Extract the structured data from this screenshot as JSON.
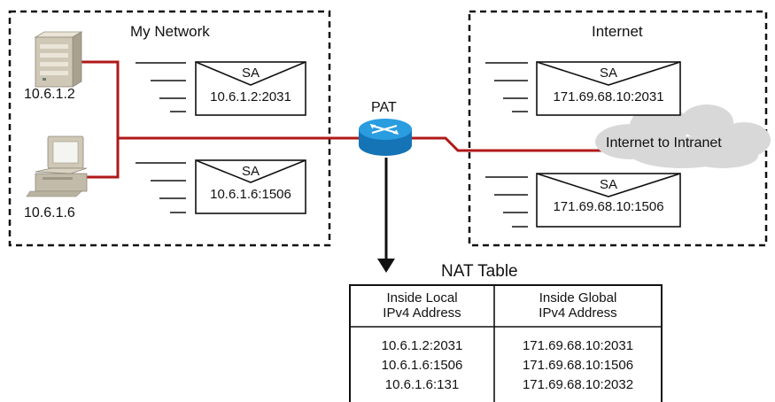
{
  "zones": {
    "my_network": "My Network",
    "internet": "Internet"
  },
  "hosts": [
    {
      "label": "10.6.1.2",
      "icon": "server-icon"
    },
    {
      "label": "10.6.1.6",
      "icon": "pc-icon"
    }
  ],
  "router": {
    "label": "PAT",
    "icon": "router-icon"
  },
  "cloud": {
    "label": "Internet to Intranet",
    "icon": "cloud-icon"
  },
  "packets": [
    {
      "sa": "SA",
      "addr": "10.6.1.2:2031"
    },
    {
      "sa": "SA",
      "addr": "10.6.1.6:1506"
    },
    {
      "sa": "SA",
      "addr": "171.69.68.10:2031"
    },
    {
      "sa": "SA",
      "addr": "171.69.68.10:1506"
    }
  ],
  "nat_table": {
    "title": "NAT Table",
    "headers": [
      {
        "line1": "Inside Local",
        "line2": "IPv4 Address"
      },
      {
        "line1": "Inside Global",
        "line2": "IPv4 Address"
      }
    ],
    "rows": [
      [
        "10.6.1.2:2031",
        "171.69.68.10:2031"
      ],
      [
        "10.6.1.6:1506",
        "171.69.68.10:1506"
      ],
      [
        "10.6.1.6:131",
        "171.69.68.10:2032"
      ]
    ]
  },
  "colors": {
    "link": "#b01818",
    "router": "#1b8fd6",
    "cloud": "#d8d8d8"
  }
}
